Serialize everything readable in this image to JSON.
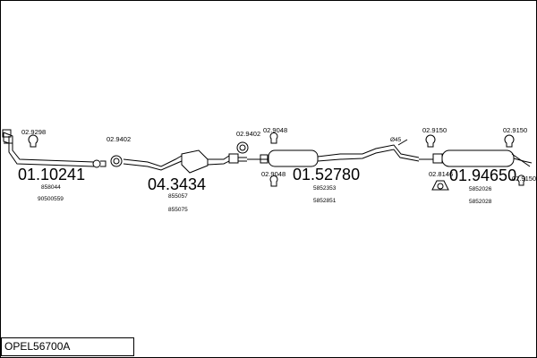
{
  "title": "OPEL56700A",
  "groups": [
    {
      "main": "01.10241",
      "refs": [
        "858044",
        "90500559"
      ]
    },
    {
      "main": "04.3434",
      "refs": [
        "855057",
        "855075"
      ]
    },
    {
      "main": "01.52780",
      "refs": [
        "5852353",
        "5852851"
      ]
    },
    {
      "main": "01.94650",
      "refs": [
        "5852026",
        "5852028"
      ]
    }
  ],
  "parts": {
    "clamp_front": "02.9298",
    "gasket_1": "02.9402",
    "gasket_2": "02.9402",
    "bracket_mid_top": "02.9048",
    "bracket_mid_bottom": "02.9048",
    "clamp_rear_1": "02.9150",
    "clamp_rear_2": "02.9150",
    "clamp_rear_3": "02.9150",
    "hanger_rear": "02.8146"
  },
  "pipe_diameter": "Ø45"
}
